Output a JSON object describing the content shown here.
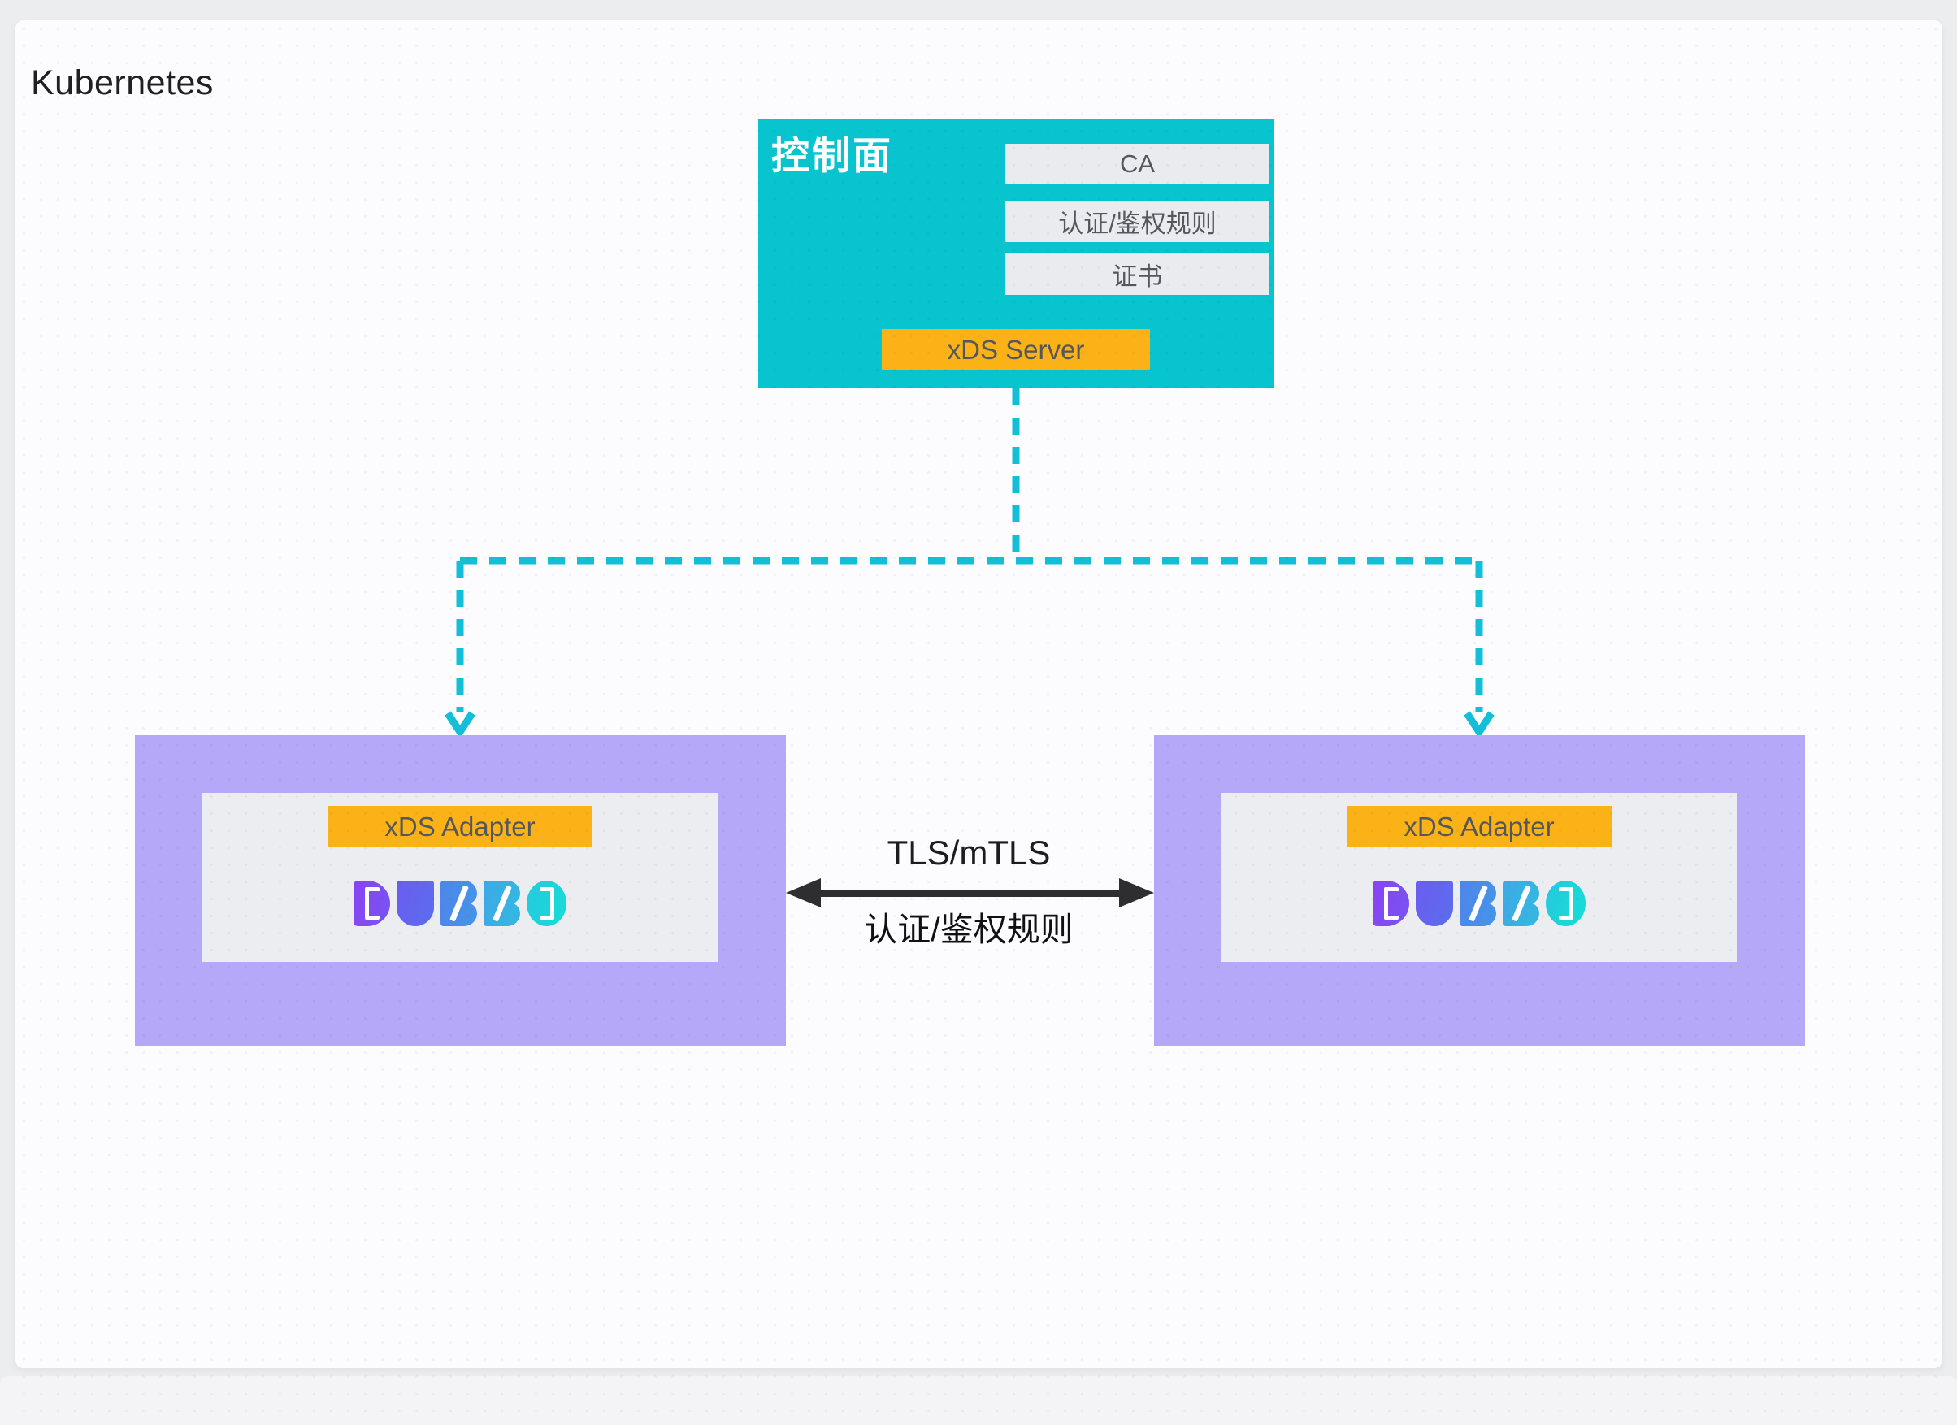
{
  "page": {
    "kubernetes_label": "Kubernetes"
  },
  "control_plane": {
    "title": "控制面",
    "rows": [
      "CA",
      "认证/鉴权规则",
      "证书"
    ],
    "server_label": "xDS Server"
  },
  "pods": {
    "adapter_label": "xDS Adapter",
    "logo_name": "dubbo-logo",
    "logo_text": "DUBBO"
  },
  "link": {
    "protocol_label": "TLS/mTLS",
    "rules_label": "认证/鉴权规则"
  },
  "colors": {
    "cyan": "#07C4CE",
    "dash-cyan": "#12BFD6",
    "purple": "#B5A8F8",
    "orange": "#FBB216",
    "panel-gray": "#E9EBEF",
    "inner-gray": "#EBEDF1",
    "text-dark": "#54575D",
    "text-black": "#1D1D1F",
    "arrow-black": "#2E2E30"
  }
}
